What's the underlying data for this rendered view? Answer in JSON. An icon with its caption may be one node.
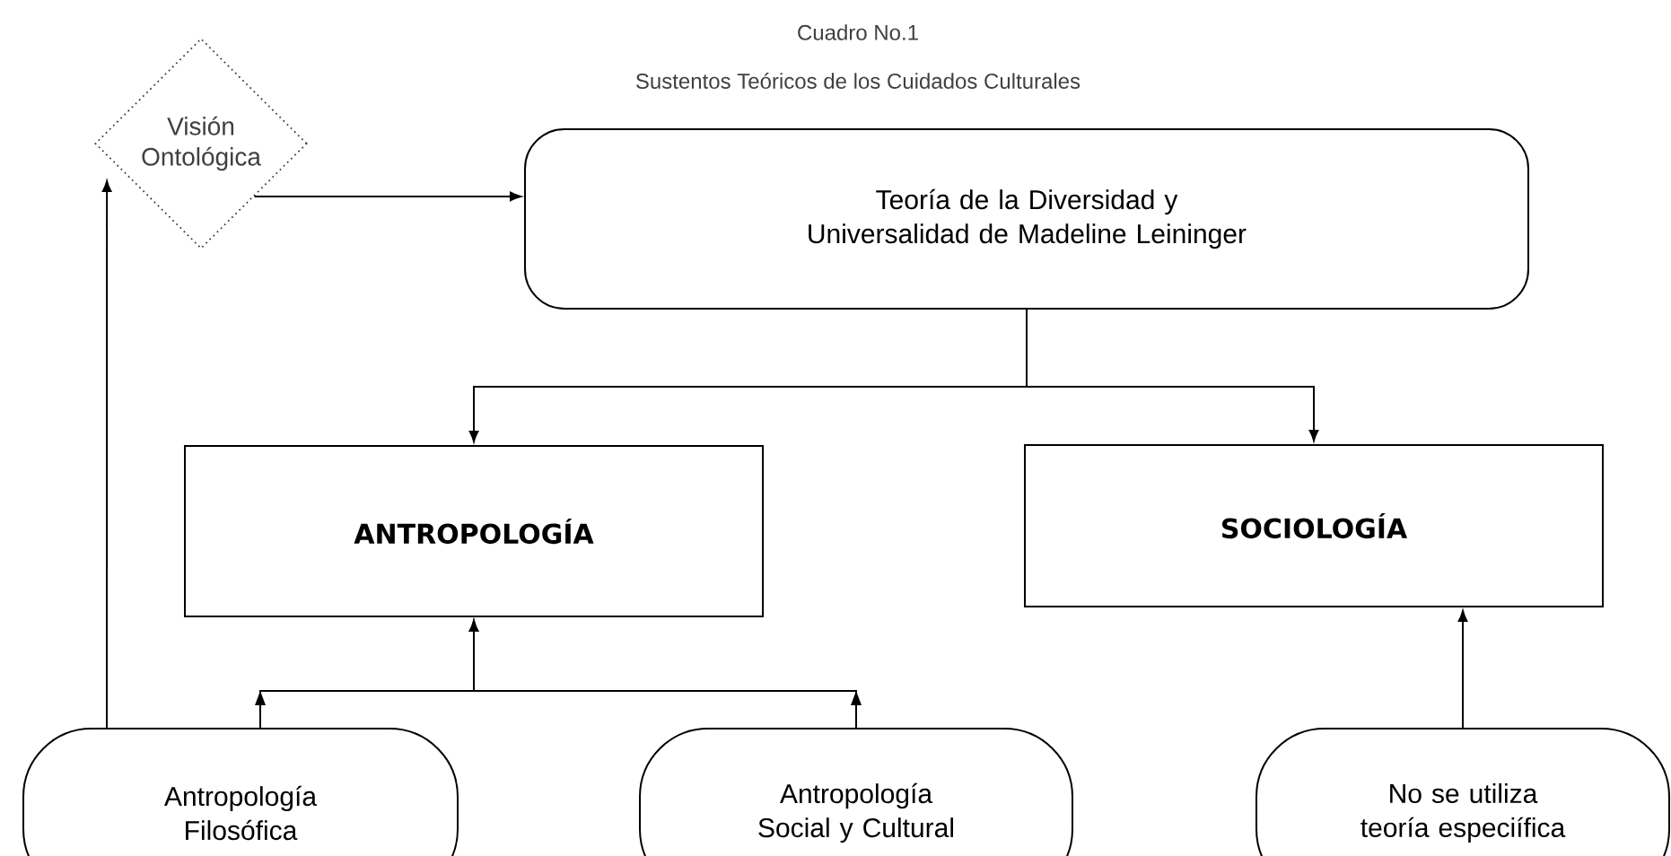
{
  "diagram": {
    "title": "Sustentos Teóricos de los Cuidados Culturales",
    "nodes": [
      {
        "text": [
          "Visión Ontológica"
        ]
      },
      {
        "text": [
          "Teoría de la Diversidad y Universalidad de Madeline Leininger"
        ]
      },
      {
        "text": [
          "ANTROPOLOGÍA"
        ]
      },
      {
        "text": [
          "SOCIOLOGÍA"
        ]
      },
      {
        "text": [
          "Antropología Filosófica"
        ]
      },
      {
        "text": [
          "Antropología Social y Cultural"
        ]
      },
      {
        "text": [
          "No se utiliza teoría especiífica"
        ]
      }
    ],
    "edges": [
      {
        "from": 0,
        "to": 1,
        "arrow": "to"
      },
      {
        "from": 1,
        "to": 2,
        "arrow": "to"
      },
      {
        "from": 1,
        "to": 3,
        "arrow": "to"
      },
      {
        "from": 4,
        "to": 2,
        "arrow": "to"
      },
      {
        "from": 5,
        "to": 2,
        "arrow": "to"
      },
      {
        "from": 4,
        "to": 0,
        "arrow": "to"
      },
      {
        "from": 6,
        "to": 3,
        "arrow": "to"
      }
    ],
    "labels": [
      "Cuadro No.1"
    ]
  }
}
